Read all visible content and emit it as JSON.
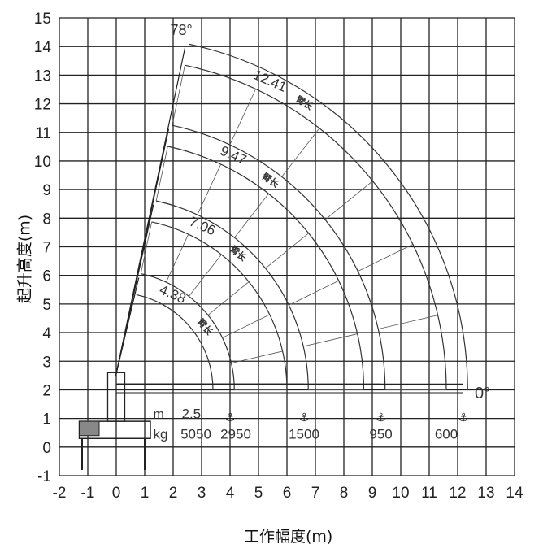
{
  "chart_data": {
    "type": "diagram",
    "title": "",
    "xlabel": "工作幅度(m)",
    "ylabel": "起升高度(m)",
    "xlim": [
      -2,
      14
    ],
    "ylim": [
      -1,
      15
    ],
    "x_ticks": [
      "-2",
      "-1",
      "0",
      "1",
      "2",
      "3",
      "4",
      "5",
      "6",
      "7",
      "8",
      "9",
      "10",
      "11",
      "12",
      "13",
      "14"
    ],
    "y_ticks": [
      "-1",
      "0",
      "1",
      "2",
      "3",
      "4",
      "5",
      "6",
      "7",
      "8",
      "9",
      "10",
      "11",
      "12",
      "13",
      "14",
      "15"
    ],
    "grid": true,
    "boom_pivot": [
      0,
      2
    ],
    "max_angle_label": "78°",
    "min_angle_label": "0°",
    "max_angle_deg": 78,
    "booms": [
      {
        "length": "4.38",
        "suffix": "臂长",
        "reach_m": 4.0
      },
      {
        "length": "7.06",
        "suffix": "臂长",
        "reach_m": 6.6
      },
      {
        "length": "9.47",
        "suffix": "臂长",
        "reach_m": 9.3
      },
      {
        "length": "12.41",
        "suffix": "臂长",
        "reach_m": 12.2
      }
    ],
    "load_table": {
      "radius_unit": "m",
      "load_unit": "kg",
      "radius_label": "2.5",
      "loads": [
        {
          "x": 2.8,
          "kg": "5050"
        },
        {
          "x": 4.2,
          "kg": "2950"
        },
        {
          "x": 6.6,
          "kg": "1500"
        },
        {
          "x": 9.3,
          "kg": "950"
        },
        {
          "x": 11.6,
          "kg": "600"
        }
      ]
    }
  }
}
